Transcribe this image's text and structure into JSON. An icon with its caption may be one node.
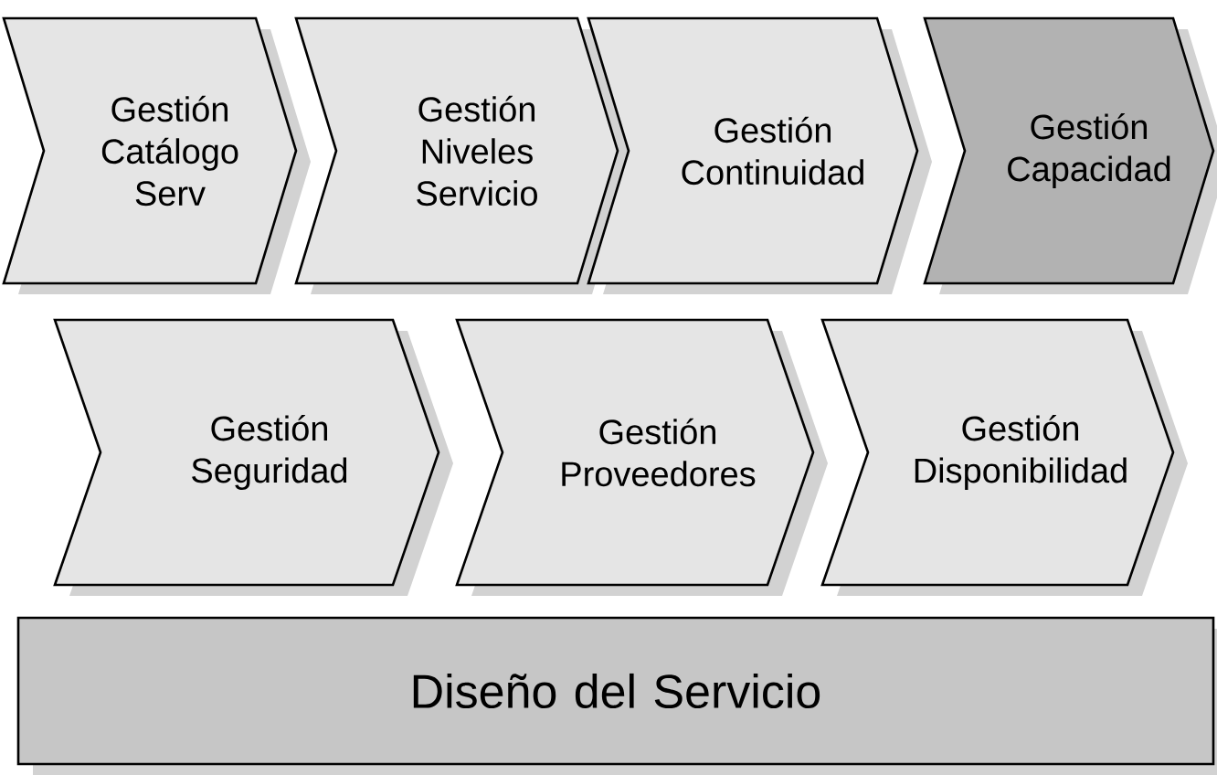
{
  "diagram": {
    "nodes": [
      {
        "text": [
          "Gestión Catálogo Serv"
        ]
      },
      {
        "text": [
          "Gestión Niveles Servicio"
        ]
      },
      {
        "text": [
          "Gestión Continuidad"
        ]
      },
      {
        "text": [
          "Gestión Capacidad"
        ]
      },
      {
        "text": [
          "Gestión Seguridad"
        ]
      },
      {
        "text": [
          "Gestión Proveedores"
        ]
      },
      {
        "text": [
          "Gestión Disponibilidad"
        ]
      },
      {
        "text": [
          "Diseño del Servicio"
        ]
      }
    ]
  }
}
